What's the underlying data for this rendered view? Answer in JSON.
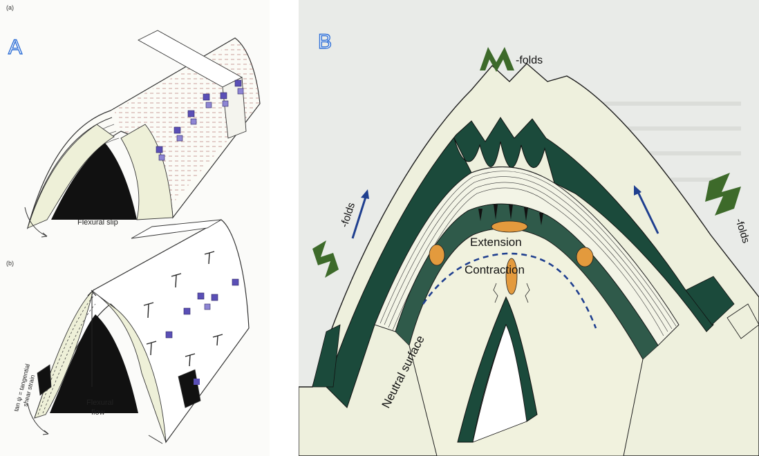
{
  "left_panel": {
    "panel_letter": "A",
    "sub_a": {
      "tag": "(a)",
      "caption": "Flexural slip"
    },
    "sub_b": {
      "tag": "(b)",
      "caption_line1": "Flexural",
      "caption_line2": "flow",
      "side_label_line1": "tan ψ = tangential",
      "side_label_line2": "shear strain"
    }
  },
  "right_panel": {
    "panel_letter": "B",
    "m_folds": {
      "glyph": "M",
      "label": "-folds"
    },
    "z_folds": {
      "glyph": "Z",
      "label": "-folds"
    },
    "s_folds": {
      "glyph": "S",
      "label": "-folds"
    },
    "extension": "Extension",
    "contraction": "Contraction",
    "neutral_surface": "Neutral surface"
  },
  "colors": {
    "fold_dark": "#1b4a3b",
    "fold_light": "#eef0e0",
    "cream": "#f1f2de",
    "accent_orange": "#e39a3d",
    "arrow_blue": "#1f3f8f",
    "label_green": "#3d6a2a",
    "letter_outline": "#2f6fd6"
  }
}
